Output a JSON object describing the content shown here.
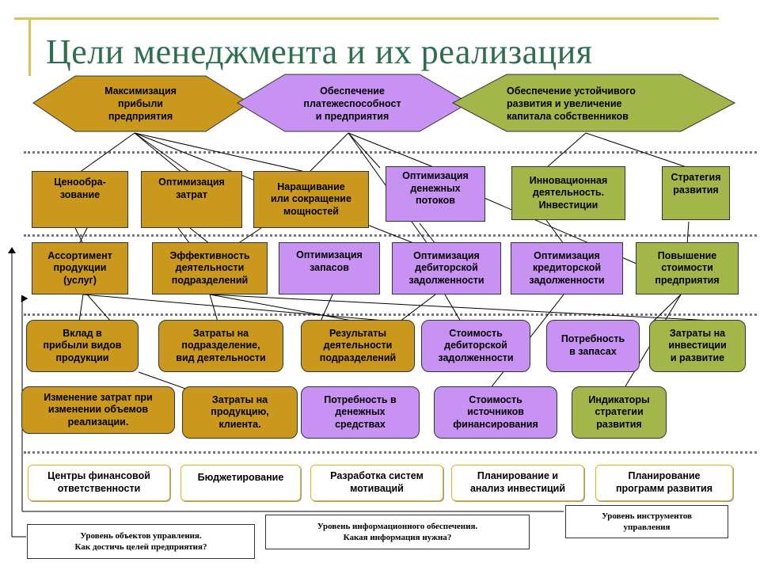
{
  "title": "Цели менеджмента и их реализация",
  "goals": [
    {
      "label": "Максимизация\nприбыли\nпредприятия",
      "color": "#c9981c"
    },
    {
      "label": "Обеспечение\nплатежеспособност\nи предприятия",
      "color": "#c792f2"
    },
    {
      "label": "Обеспечение устойчивого\nразвития и увеличение\nкапитала собственников",
      "color": "#a2b64a"
    }
  ],
  "row2": [
    "Ценообра-\nзование",
    "Оптимизация\nзатрат",
    "Наращивание\nили сокращение\nмощностей",
    "Оптимизация\nденежных\nпотоков",
    "Инновационная\nдеятельность.\nИнвестиции",
    "Стратегия\nразвития"
  ],
  "row3": [
    "Ассортимент\nпродукции\n(услуг)",
    "Эффективность\nдеятельности\nподразделений",
    "Оптимизация\nзапасов",
    "Оптимизация\nдебиторской\nзадолженности",
    "Оптимизация\nкредиторской\nзадолженности",
    "Повышение\nстоимости\nпредприятия"
  ],
  "row4": [
    "Вклад в\nприбыли видов\nпродукции",
    "Затраты на\nподразделение,\nвид деятельности",
    "Результаты\nдеятельности\nподразделений",
    "Стоимость\nдебиторской\nзадолженности",
    "Потребность\nв запасах",
    "Затраты на\nинвестиции\nи развитие"
  ],
  "row5": [
    "Изменение затрат при\nизменении объемов\nреализации.",
    "Затраты на\nпродукцию,\nклиента.",
    "Потребность в\nденежных\nсредствах",
    "Стоимость\nисточников\nфинансирования",
    "Индикаторы\nстратегии\nразвития"
  ],
  "tools": [
    "Центры финансовой\nответственности",
    "Бюджетирование",
    "Разработка систем\nмотиваций",
    "Планирование  и\nанализ инвестиций",
    "Планирование\nпрограмм развития"
  ],
  "levels": {
    "objects": "Уровень объектов управления.\nКак достичь целей предприятия?",
    "info": "Уровень информационного обеспечения.\nКакая информация нужна?",
    "tools": "Уровень инструментов\nуправления"
  },
  "colors": {
    "gold": "#c9981c",
    "violet": "#c792f2",
    "olive": "#a2b64a",
    "title": "#2f6e50"
  }
}
